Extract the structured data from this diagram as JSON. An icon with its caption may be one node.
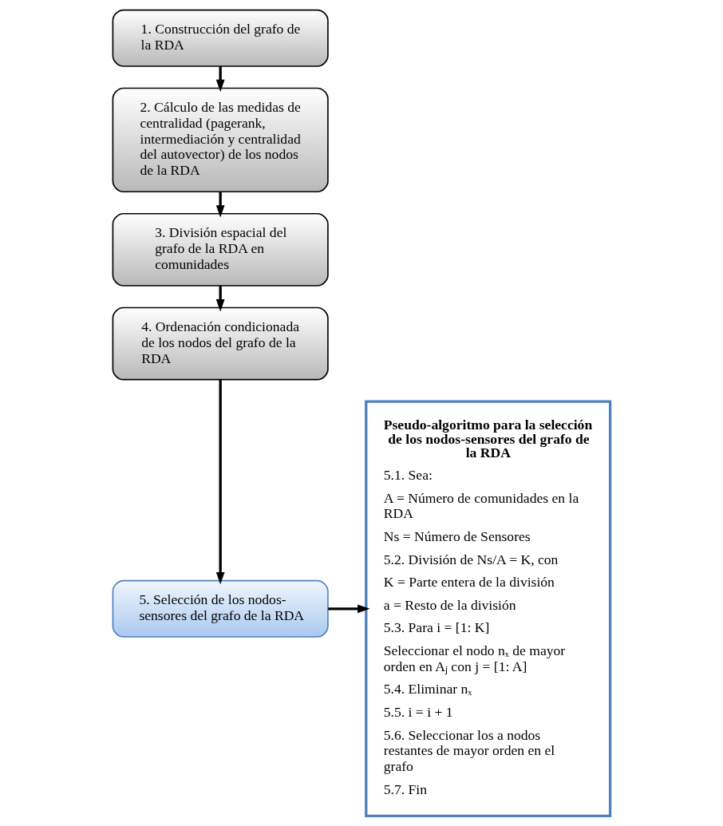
{
  "diagram": {
    "nodes": [
      {
        "text": [
          "1. Construcción del grafo de la RDA"
        ]
      },
      {
        "text": [
          "2. Cálculo de las medidas de centralidad (pagerank, intermediación y centralidad del autovector) de los nodos de la RDA"
        ]
      },
      {
        "text": [
          "3. División espacial del grafo de la RDA en comunidades"
        ]
      },
      {
        "text": [
          "4. Ordenación condicionada de los nodos del grafo de la RDA"
        ]
      },
      {
        "text": [
          "5. Selección de los nodos-sensores del grafo de la RDA"
        ]
      },
      {
        "text": [
          "Pseudo-algoritmo para la selección de los nodos-sensores del grafo de la RDA",
          "5.1. Sea:",
          "A = Número de comunidades en la RDA",
          "Ns = Número de Sensores",
          "5.2. División de Ns/A = K, con",
          "K = Parte entera de la división",
          "a = Resto de la división",
          "5.3. Para i = [1: K]",
          "Seleccionar el nodo nₓ de mayor orden en Aⱼ con j = [1: A]",
          "5.4. Eliminar nₓ",
          "5.5. i = i + 1",
          "5.6. Seleccionar los a nodos restantes de mayor orden en el grafo",
          "5.7. Fin"
        ]
      }
    ],
    "edges": [
      {
        "from": 0,
        "to": 1,
        "arrow": "to"
      },
      {
        "from": 1,
        "to": 2,
        "arrow": "to"
      },
      {
        "from": 2,
        "to": 3,
        "arrow": "to"
      },
      {
        "from": 3,
        "to": 4,
        "arrow": "to"
      },
      {
        "from": 4,
        "to": 5,
        "arrow": "to"
      }
    ]
  }
}
